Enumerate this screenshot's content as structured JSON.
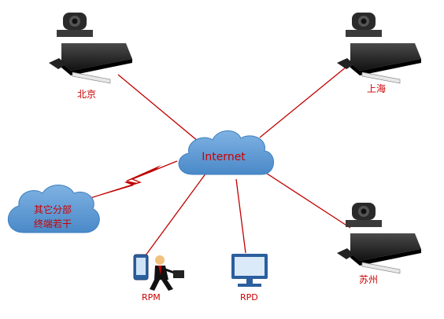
{
  "internet": {
    "label": "Internet"
  },
  "branch_cloud": {
    "line1": "其它分部",
    "line2": "终端若干"
  },
  "sites": [
    {
      "label": "北京",
      "icon": "video-conference-system-icon"
    },
    {
      "label": "上海",
      "icon": "video-conference-system-icon"
    },
    {
      "label": "苏州",
      "icon": "video-conference-system-icon"
    }
  ],
  "clients": [
    {
      "label": "RPM",
      "icon": "mobile-businessman-icon"
    },
    {
      "label": "RPD",
      "icon": "desktop-monitor-icon"
    }
  ],
  "colors": {
    "link": "#c00000",
    "cloud": "#5b9bd5",
    "text": "#cc0000"
  }
}
